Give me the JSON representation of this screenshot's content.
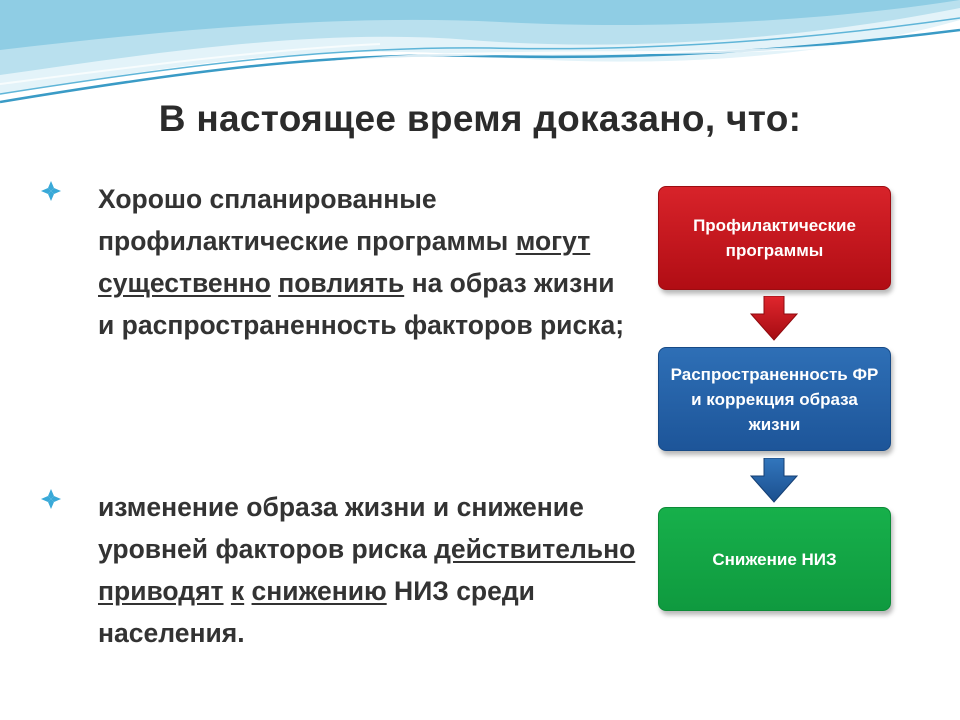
{
  "slide": {
    "title": "В настоящее время доказано, что:"
  },
  "bullets": [
    {
      "icon": "diamond-bullet-icon",
      "text_parts": [
        "Хорошо спланированные профилактические   программы ",
        "могут",
        " ",
        "существенно",
        " ",
        "повлиять",
        "  на образ жизни и распространенность факторов риска;"
      ]
    },
    {
      "icon": "diamond-bullet-icon",
      "text_parts": [
        "изменение образа жизни и снижение уровней факторов риска ",
        "действительно",
        " ",
        "приводят",
        " ",
        "к",
        " ",
        "снижению",
        " НИЗ среди населения."
      ]
    }
  ],
  "flow": {
    "boxes": [
      {
        "label": "Профилактические программы",
        "color": "#c8161d"
      },
      {
        "label": "Распространенность ФР и коррекция образа жизни",
        "color": "#2563a8"
      },
      {
        "label": "Снижение НИЗ",
        "color": "#14a646"
      }
    ],
    "arrows": [
      {
        "icon": "down-arrow-icon",
        "color": "#c8161d"
      },
      {
        "icon": "down-arrow-icon",
        "color": "#2563a8"
      }
    ]
  },
  "colors": {
    "wave_light": "#cfe9f3",
    "wave_mid": "#7fc4df",
    "wave_dark": "#3a9bc6",
    "diamond": "#39a9d8"
  }
}
